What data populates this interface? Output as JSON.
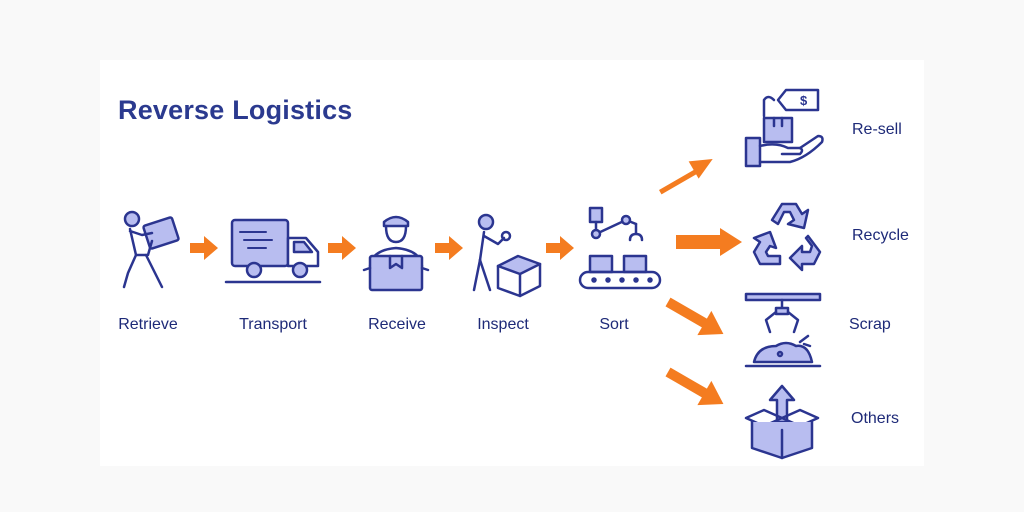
{
  "title": "Reverse Logistics",
  "steps": [
    {
      "label": "Retrieve",
      "icon": "person-carrying-box-icon"
    },
    {
      "label": "Transport",
      "icon": "delivery-truck-icon"
    },
    {
      "label": "Receive",
      "icon": "worker-holding-box-icon"
    },
    {
      "label": "Inspect",
      "icon": "inspector-with-box-icon"
    },
    {
      "label": "Sort",
      "icon": "robot-arm-conveyor-icon"
    }
  ],
  "outcomes": [
    {
      "label": "Re-sell",
      "icon": "hand-with-price-tag-icon"
    },
    {
      "label": "Recycle",
      "icon": "recycle-icon"
    },
    {
      "label": "Scrap",
      "icon": "claw-scrap-pile-icon"
    },
    {
      "label": "Others",
      "icon": "open-box-arrow-up-icon"
    }
  ],
  "colors": {
    "title": "#2b3a8f",
    "label": "#1e2a78",
    "icon_outline": "#2b3590",
    "icon_fill": "#b8bdf0",
    "arrow": "#f47c20"
  }
}
